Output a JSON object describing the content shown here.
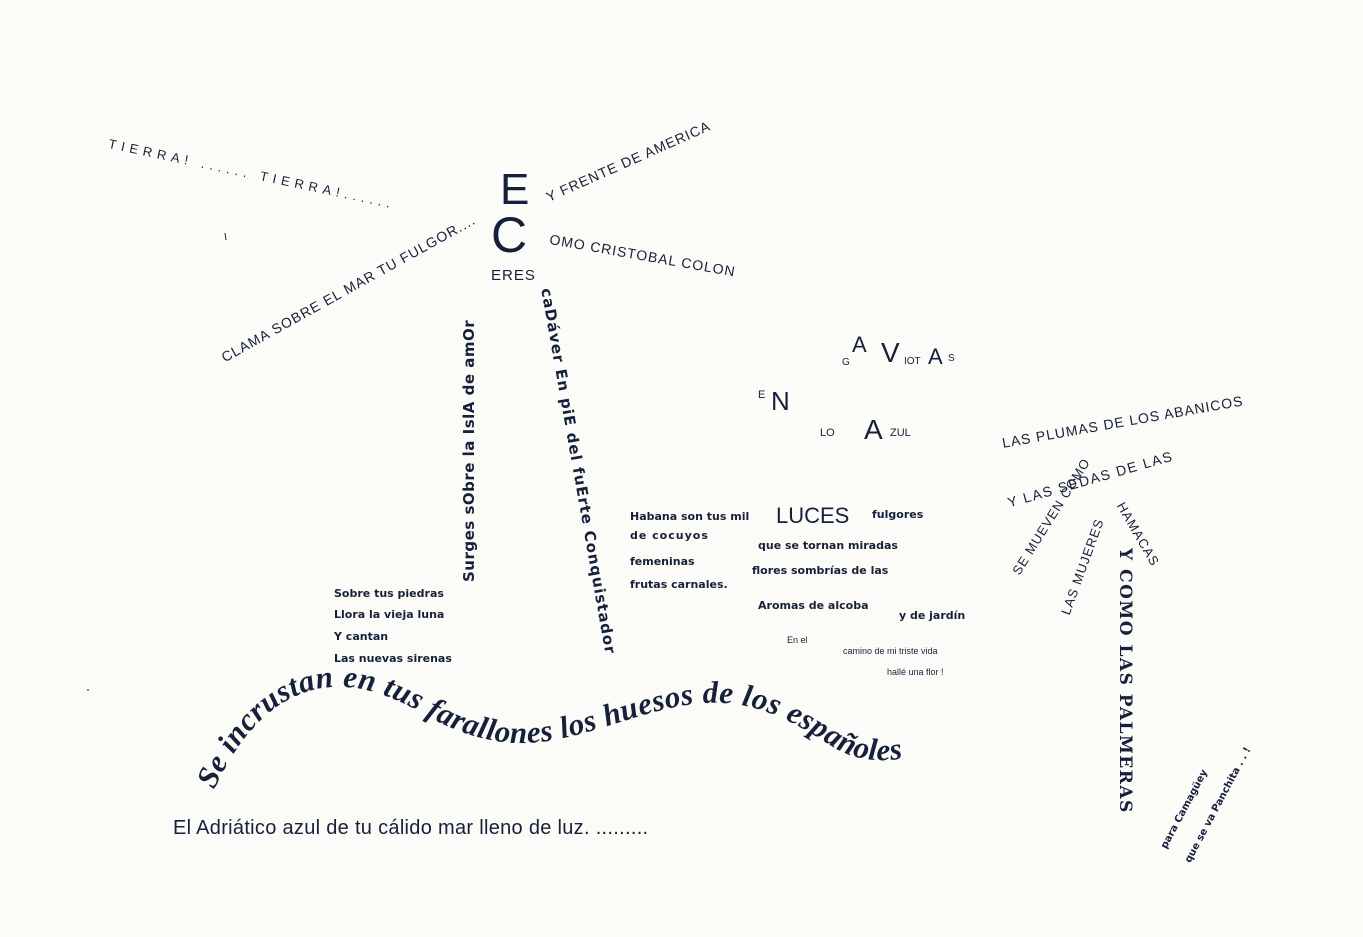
{
  "colors": {
    "ink": "#17203a",
    "paper": "#fbfbf8"
  },
  "ray_tierra": "TIERRA! ...... TIERRA!......",
  "ray_frente": "Y FRENTE DE AMERICA",
  "ray_clama": "CLAMA SOBRE EL MAR TU FULGOR....",
  "ray_colon": "OMO CRISTOBAL COLON",
  "big_e": "E",
  "big_c": "C",
  "eres": "ERES",
  "column_left": "Surges sObre la IslA de amOr",
  "column_right": "caDáver En piE del fuErte Conquistador",
  "gaviotas": {
    "g": "G",
    "a": "A",
    "v": "V",
    "iot": "IOT",
    "a2": "A",
    "s": "S"
  },
  "en_azul": {
    "e": "E",
    "n": "N",
    "lo": "LO",
    "a": "A",
    "zul": "ZUL"
  },
  "habana": {
    "line1_start": "Habana son tus mil",
    "luces": "LUCES",
    "line1_end": "fulgores",
    "line2": "de   cocuyos",
    "line2_right": "que se tornan miradas",
    "line3": "femeninas",
    "line3_right": "flores sombrías de las",
    "line4": "frutas carnales.",
    "aromas": "Aromas de alcoba",
    "jardin": "y de jardín",
    "en_el": "En el",
    "camino": "camino de mi triste vida",
    "halle": "hallé una flor      !"
  },
  "piedras": [
    "Sobre tus piedras",
    "Llora la vieja luna",
    "Y cantan",
    "Las nuevas sirenas"
  ],
  "wave_text": "Se incrustan en tus farallones los huesos de los españoles",
  "adriatico": "El Adriático azul de tu cálido   mar lleno de luz.  .........",
  "palm": {
    "plumas": "LAS PLUMAS DE LOS ABANICOS",
    "sedas": "Y LAS SEDAS DE LAS",
    "mueven": "SE MUEVEN COMO",
    "hamacas": "HAMACAS",
    "mujeres": "LAS MUJERES",
    "trunk": "Y COMO LAS PALMERAS"
  },
  "dedication": {
    "line1": "para Camagüey",
    "line2": "que se va Panchita . . !"
  }
}
